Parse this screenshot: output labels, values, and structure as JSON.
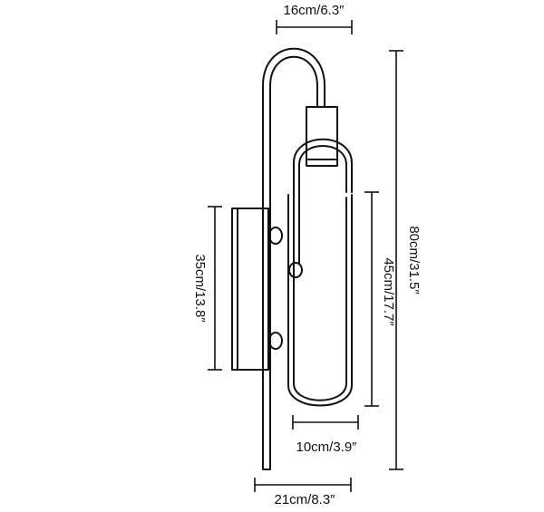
{
  "diagram": {
    "stroke_color": "#111111",
    "background": "#ffffff",
    "dimensions": {
      "top_width": "16cm/6.3″",
      "total_height": "80cm/31.5″",
      "backplate_height": "35cm/13.8″",
      "shade_height": "45cm/17.7″",
      "shade_width": "10cm/3.9″",
      "bottom_width": "21cm/8.3″"
    }
  }
}
